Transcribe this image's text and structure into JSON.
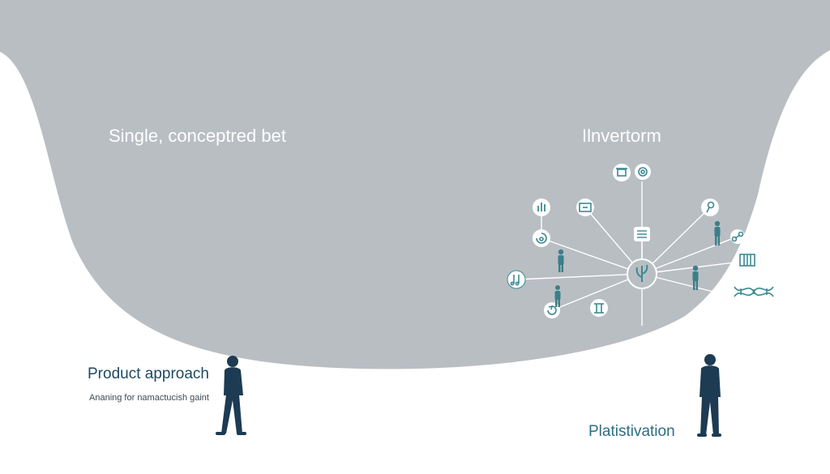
{
  "left": {
    "title": "Single, conceptred bet",
    "label": "Product approach",
    "sublabel": "Ananing for namactucish gaint"
  },
  "right": {
    "title": "Ilnvertorm",
    "label": "Platistivation"
  },
  "colors": {
    "background_shape": "#b9bec3",
    "page": "#ffffff",
    "silhouette": "#1d3b52",
    "accent_teal": "#3b8a93",
    "node_stroke": "#ffffff",
    "title_text": "#ffffff"
  },
  "network": {
    "icons": [
      "cup-icon",
      "spiral-icon",
      "bar-chart-icon",
      "folder-icon",
      "pin-icon",
      "refresh-icon",
      "card-icon",
      "link-icon",
      "music-icon",
      "building-icon",
      "refresh-arrow-icon",
      "pillar-icon",
      "dna-icon",
      "plant-icon"
    ]
  }
}
